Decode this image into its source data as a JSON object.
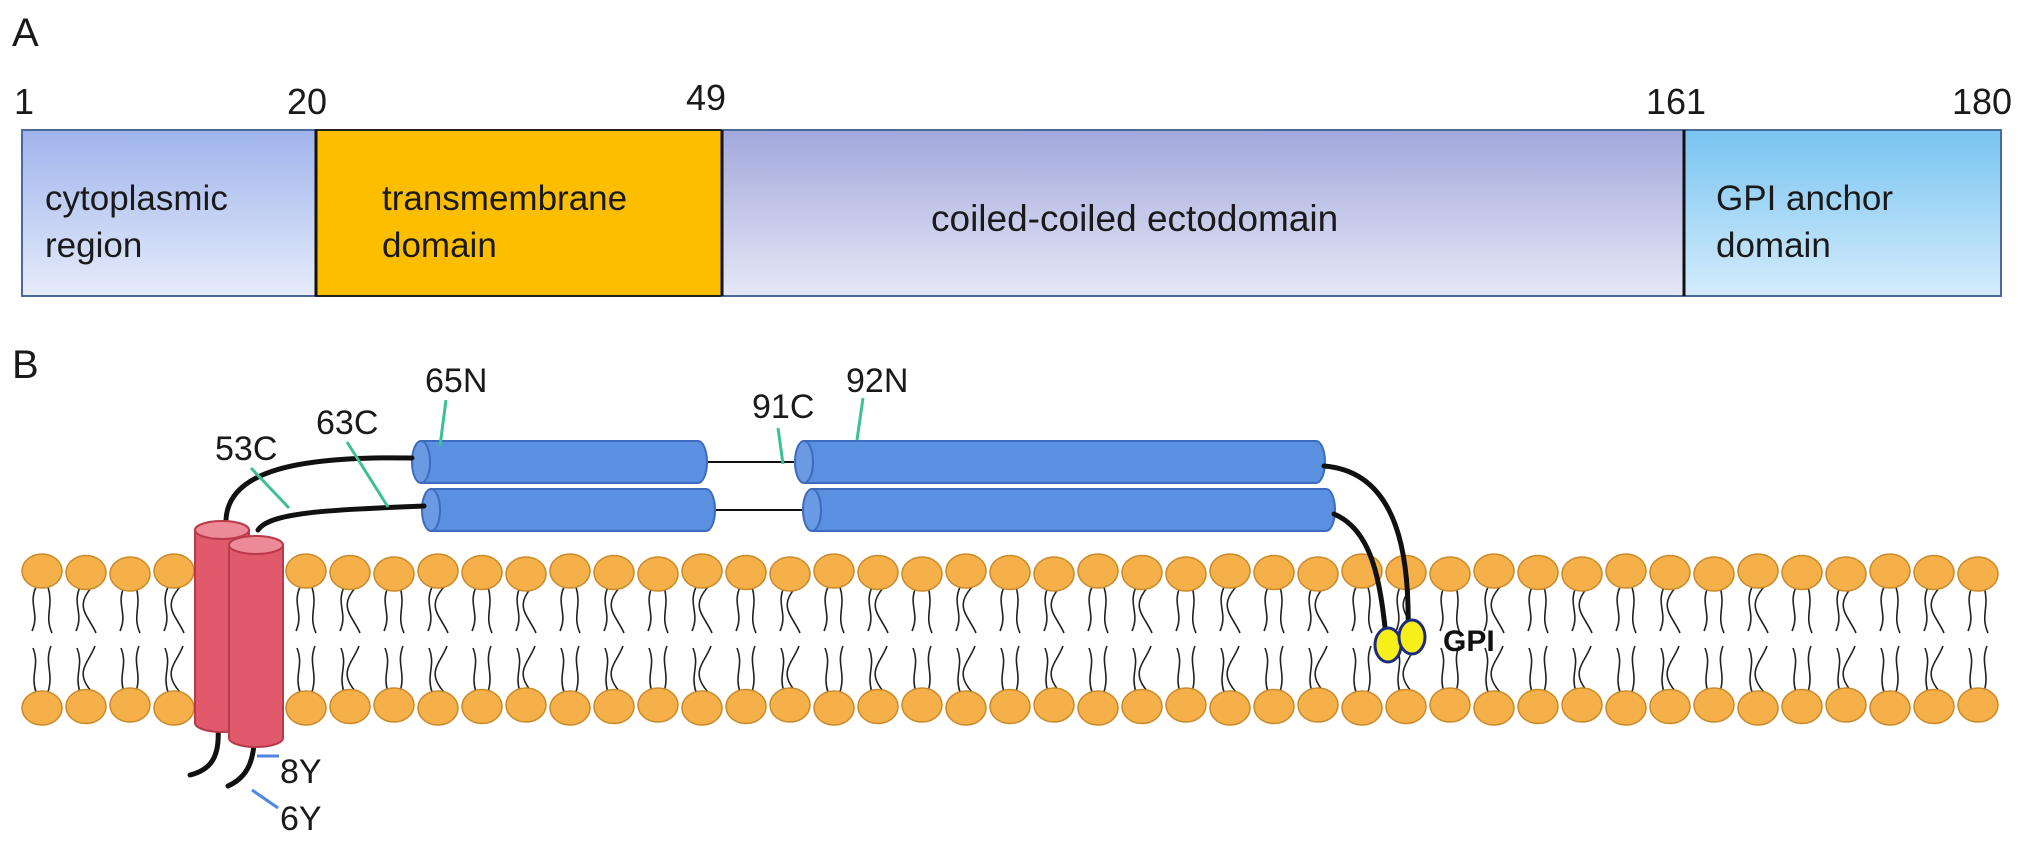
{
  "panel_a": {
    "letter": "A",
    "positions": [
      "1",
      "20",
      "49",
      "161",
      "180"
    ],
    "domains": [
      {
        "line1": "cytoplasmic",
        "line2": "region",
        "fill": "#c8d4f4"
      },
      {
        "line1": "transmembrane",
        "line2": "domain",
        "fill": "#fdbe00"
      },
      {
        "line1": "coiled-coiled ectodomain",
        "line2": "",
        "fill": "#c2c6e6"
      },
      {
        "line1": "GPI anchor",
        "line2": "domain",
        "fill": "#a9d8f6"
      }
    ]
  },
  "panel_b": {
    "letter": "B",
    "residues": [
      "65N",
      "91C",
      "92N",
      "53C",
      "63C",
      "8Y",
      "6Y"
    ],
    "gpi_label": "GPI",
    "colors": {
      "helix": "#5b8fe0",
      "transmembrane_helix": "#e05a6b",
      "lipid_head": "#f5b04a",
      "gpi_anchor": "#f6ef1a",
      "marker": "#3fbf97",
      "tyrosine_marker": "#4f86e2"
    }
  }
}
